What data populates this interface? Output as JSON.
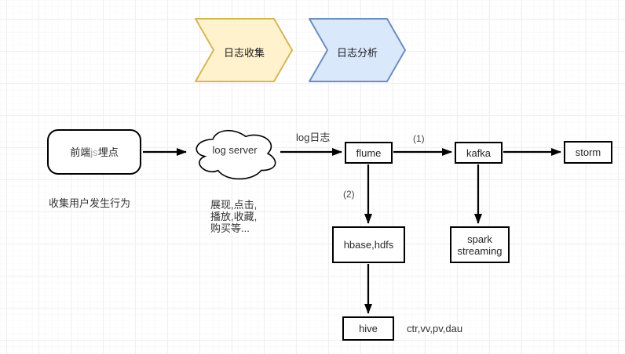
{
  "stages": [
    {
      "label": "日志收集",
      "fill": "#fff2cc",
      "stroke": "#d6b656"
    },
    {
      "label": "日志分析",
      "fill": "#dae8fc",
      "stroke": "#6c8ebf"
    }
  ],
  "nodes": {
    "frontend": {
      "label_pre": "前端",
      "label_accent": "js",
      "label_post": "埋点"
    },
    "log_server": {
      "label": "log server"
    },
    "flume": {
      "label": "flume"
    },
    "kafka": {
      "label": "kafka"
    },
    "storm": {
      "label": "storm"
    },
    "hbase": {
      "label": "hbase,hdfs"
    },
    "spark": {
      "line1": "spark",
      "line2": "streaming"
    },
    "hive": {
      "label": "hive"
    }
  },
  "captions": {
    "frontend": "收集用户发生行为",
    "cloud_line1": "展现,点击,",
    "cloud_line2": "播放,收藏,",
    "cloud_line3": "购买等..."
  },
  "edge_labels": {
    "log_to_flume": "log日志",
    "flume_to_kafka": "(1)",
    "flume_to_hbase": "(2)",
    "hive_metrics": "ctr,vv,pv,dau"
  },
  "colors": {
    "edge_stroke": "#000000",
    "shape_stroke": "#000000",
    "shape_fill": "#ffffff"
  }
}
